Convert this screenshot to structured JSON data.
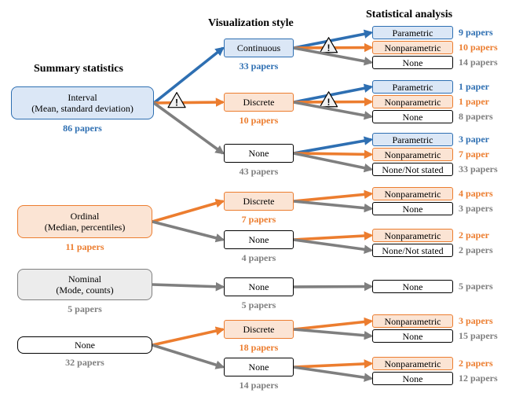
{
  "colors": {
    "blue": "#2e6fb2",
    "orange": "#ec7d2f",
    "gray": "#7f7f7f",
    "blue_fill": "#dbe7f6",
    "orange_fill": "#fbe4d4",
    "gray_fill": "#ececec",
    "white_fill": "#ffffff"
  },
  "headers": {
    "summary": "Summary statistics",
    "visualization": "Visualization style",
    "analysis": "Statistical analysis"
  },
  "warning_icon": "warning-triangle-icon",
  "summary": [
    {
      "id": "interval",
      "label": "Interval\n(Mean, standard deviation)",
      "count": "86 papers",
      "color": "blue"
    },
    {
      "id": "ordinal",
      "label": "Ordinal\n(Median, percentiles)",
      "count": "11 papers",
      "color": "orange"
    },
    {
      "id": "nominal",
      "label": "Nominal\n(Mode, counts)",
      "count": "5 papers",
      "color": "gray"
    },
    {
      "id": "none",
      "label": "None",
      "count": "32 papers",
      "color": "gray"
    }
  ],
  "visualization": [
    {
      "id": "interval-continuous",
      "label": "Continuous",
      "count": "33 papers",
      "color": "blue"
    },
    {
      "id": "interval-discrete",
      "label": "Discrete",
      "count": "10 papers",
      "color": "orange"
    },
    {
      "id": "interval-none",
      "label": "None",
      "count": "43 papers",
      "color": "gray"
    },
    {
      "id": "ordinal-discrete",
      "label": "Discrete",
      "count": "7 papers",
      "color": "orange"
    },
    {
      "id": "ordinal-none",
      "label": "None",
      "count": "4 papers",
      "color": "gray"
    },
    {
      "id": "nominal-none",
      "label": "None",
      "count": "5 papers",
      "color": "gray"
    },
    {
      "id": "none-discrete",
      "label": "Discrete",
      "count": "18 papers",
      "color": "orange"
    },
    {
      "id": "none-none",
      "label": "None",
      "count": "14 papers",
      "color": "gray"
    }
  ],
  "analysis": [
    {
      "id": "a1",
      "label": "Parametric",
      "count": "9 papers",
      "color": "blue"
    },
    {
      "id": "a2",
      "label": "Nonparametric",
      "count": "10 papers",
      "color": "orange"
    },
    {
      "id": "a3",
      "label": "None",
      "count": "14 papers",
      "color": "gray"
    },
    {
      "id": "a4",
      "label": "Parametric",
      "count": "1 paper",
      "color": "blue"
    },
    {
      "id": "a5",
      "label": "Nonparametric",
      "count": "1 paper",
      "color": "orange"
    },
    {
      "id": "a6",
      "label": "None",
      "count": "8 papers",
      "color": "gray"
    },
    {
      "id": "a7",
      "label": "Parametric",
      "count": "3 paper",
      "color": "blue"
    },
    {
      "id": "a8",
      "label": "Nonparametric",
      "count": "7 paper",
      "color": "orange"
    },
    {
      "id": "a9",
      "label": "None/Not stated",
      "count": "33 papers",
      "color": "gray"
    },
    {
      "id": "a10",
      "label": "Nonparametric",
      "count": "4 papers",
      "color": "orange"
    },
    {
      "id": "a11",
      "label": "None",
      "count": "3 papers",
      "color": "gray"
    },
    {
      "id": "a12",
      "label": "Nonparametric",
      "count": "2 paper",
      "color": "orange"
    },
    {
      "id": "a13",
      "label": "None/Not stated",
      "count": "2 papers",
      "color": "gray"
    },
    {
      "id": "a14",
      "label": "None",
      "count": "5 papers",
      "color": "gray"
    },
    {
      "id": "a15",
      "label": "Nonparametric",
      "count": "3 papers",
      "color": "orange"
    },
    {
      "id": "a16",
      "label": "None",
      "count": "15 papers",
      "color": "gray"
    },
    {
      "id": "a17",
      "label": "Nonparametric",
      "count": "2 papers",
      "color": "orange"
    },
    {
      "id": "a18",
      "label": "None",
      "count": "12 papers",
      "color": "gray"
    }
  ],
  "links": [
    {
      "from": "interval",
      "to": "interval-continuous",
      "color": "blue"
    },
    {
      "from": "interval",
      "to": "interval-discrete",
      "color": "orange",
      "warning": true
    },
    {
      "from": "interval",
      "to": "interval-none",
      "color": "gray"
    },
    {
      "from": "interval-continuous",
      "to": "a1",
      "color": "blue"
    },
    {
      "from": "interval-continuous",
      "to": "a2",
      "color": "orange",
      "warning": true
    },
    {
      "from": "interval-continuous",
      "to": "a3",
      "color": "gray"
    },
    {
      "from": "interval-discrete",
      "to": "a4",
      "color": "blue"
    },
    {
      "from": "interval-discrete",
      "to": "a5",
      "color": "orange",
      "warning": true
    },
    {
      "from": "interval-discrete",
      "to": "a6",
      "color": "gray"
    },
    {
      "from": "interval-none",
      "to": "a7",
      "color": "blue"
    },
    {
      "from": "interval-none",
      "to": "a8",
      "color": "orange"
    },
    {
      "from": "interval-none",
      "to": "a9",
      "color": "gray"
    },
    {
      "from": "ordinal",
      "to": "ordinal-discrete",
      "color": "orange"
    },
    {
      "from": "ordinal",
      "to": "ordinal-none",
      "color": "gray"
    },
    {
      "from": "ordinal-discrete",
      "to": "a10",
      "color": "orange"
    },
    {
      "from": "ordinal-discrete",
      "to": "a11",
      "color": "gray"
    },
    {
      "from": "ordinal-none",
      "to": "a12",
      "color": "orange"
    },
    {
      "from": "ordinal-none",
      "to": "a13",
      "color": "gray"
    },
    {
      "from": "nominal",
      "to": "nominal-none",
      "color": "gray"
    },
    {
      "from": "nominal-none",
      "to": "a14",
      "color": "gray"
    },
    {
      "from": "none",
      "to": "none-discrete",
      "color": "orange"
    },
    {
      "from": "none",
      "to": "none-none",
      "color": "gray"
    },
    {
      "from": "none-discrete",
      "to": "a15",
      "color": "orange"
    },
    {
      "from": "none-discrete",
      "to": "a16",
      "color": "gray"
    },
    {
      "from": "none-none",
      "to": "a17",
      "color": "orange"
    },
    {
      "from": "none-none",
      "to": "a18",
      "color": "gray"
    }
  ]
}
